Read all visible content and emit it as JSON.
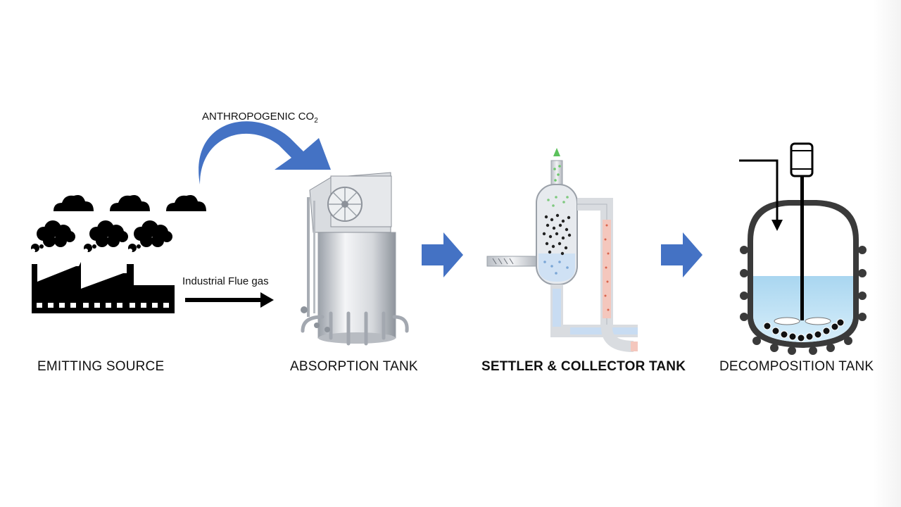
{
  "labels": {
    "emitting_source": "EMITTING SOURCE",
    "absorption_tank": "ABSORPTION TANK",
    "settler_collector_tank": "SETTLER & COLLECTOR TANK",
    "decomposition_tank": "DECOMPOSITION TANK",
    "industrial_flue_gas": "Industrial Flue gas",
    "anthropogenic_co2": "ANTHROPOGENIC CO",
    "co2_subscript": "2"
  },
  "colors": {
    "arrow_blue": "#4472c4",
    "silhouette": "#000000",
    "liquid": "#bfe3f5",
    "tank_steel": "#c9cdd3"
  },
  "icons": [
    "factory-icon",
    "cloud-icon",
    "absorption-tank-icon",
    "settler-tank-icon",
    "decomposition-tank-icon",
    "flow-arrow-icon"
  ]
}
